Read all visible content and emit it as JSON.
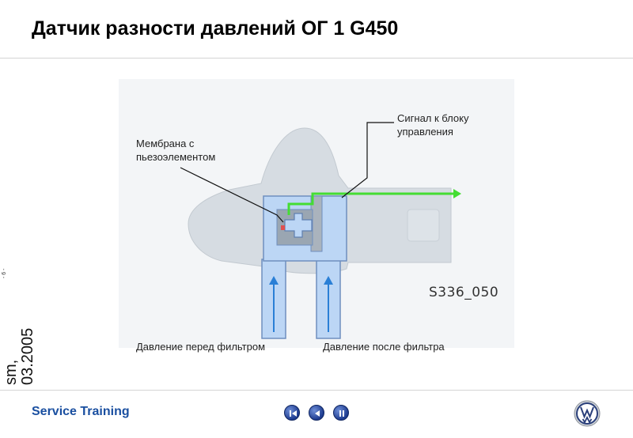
{
  "header": {
    "title": "Датчик разности давлений  ОГ 1 G450"
  },
  "side": {
    "line1": "sm,",
    "line2": "03.2005",
    "mark": "- 6 -"
  },
  "diagram": {
    "label_membrane_1": "Мембрана с",
    "label_membrane_2": "пьезоэлементом",
    "label_signal_1": "Сигнал к блоку",
    "label_signal_2": "управления",
    "code": "S336_050",
    "label_before": "Давление перед фильтром",
    "label_after": "Давление после фильтра"
  },
  "footer": {
    "brand": "Service Training"
  },
  "icons": {
    "nav_first": "skip-back-icon",
    "nav_prev": "play-back-icon",
    "nav_pause": "pause-icon",
    "logo": "vw-logo-icon"
  },
  "colors": {
    "brand_blue": "#1a4fa0",
    "signal_green": "#44dd33",
    "pressure_blue": "#2a7fd6",
    "channel_fill": "#bcd6f5"
  }
}
